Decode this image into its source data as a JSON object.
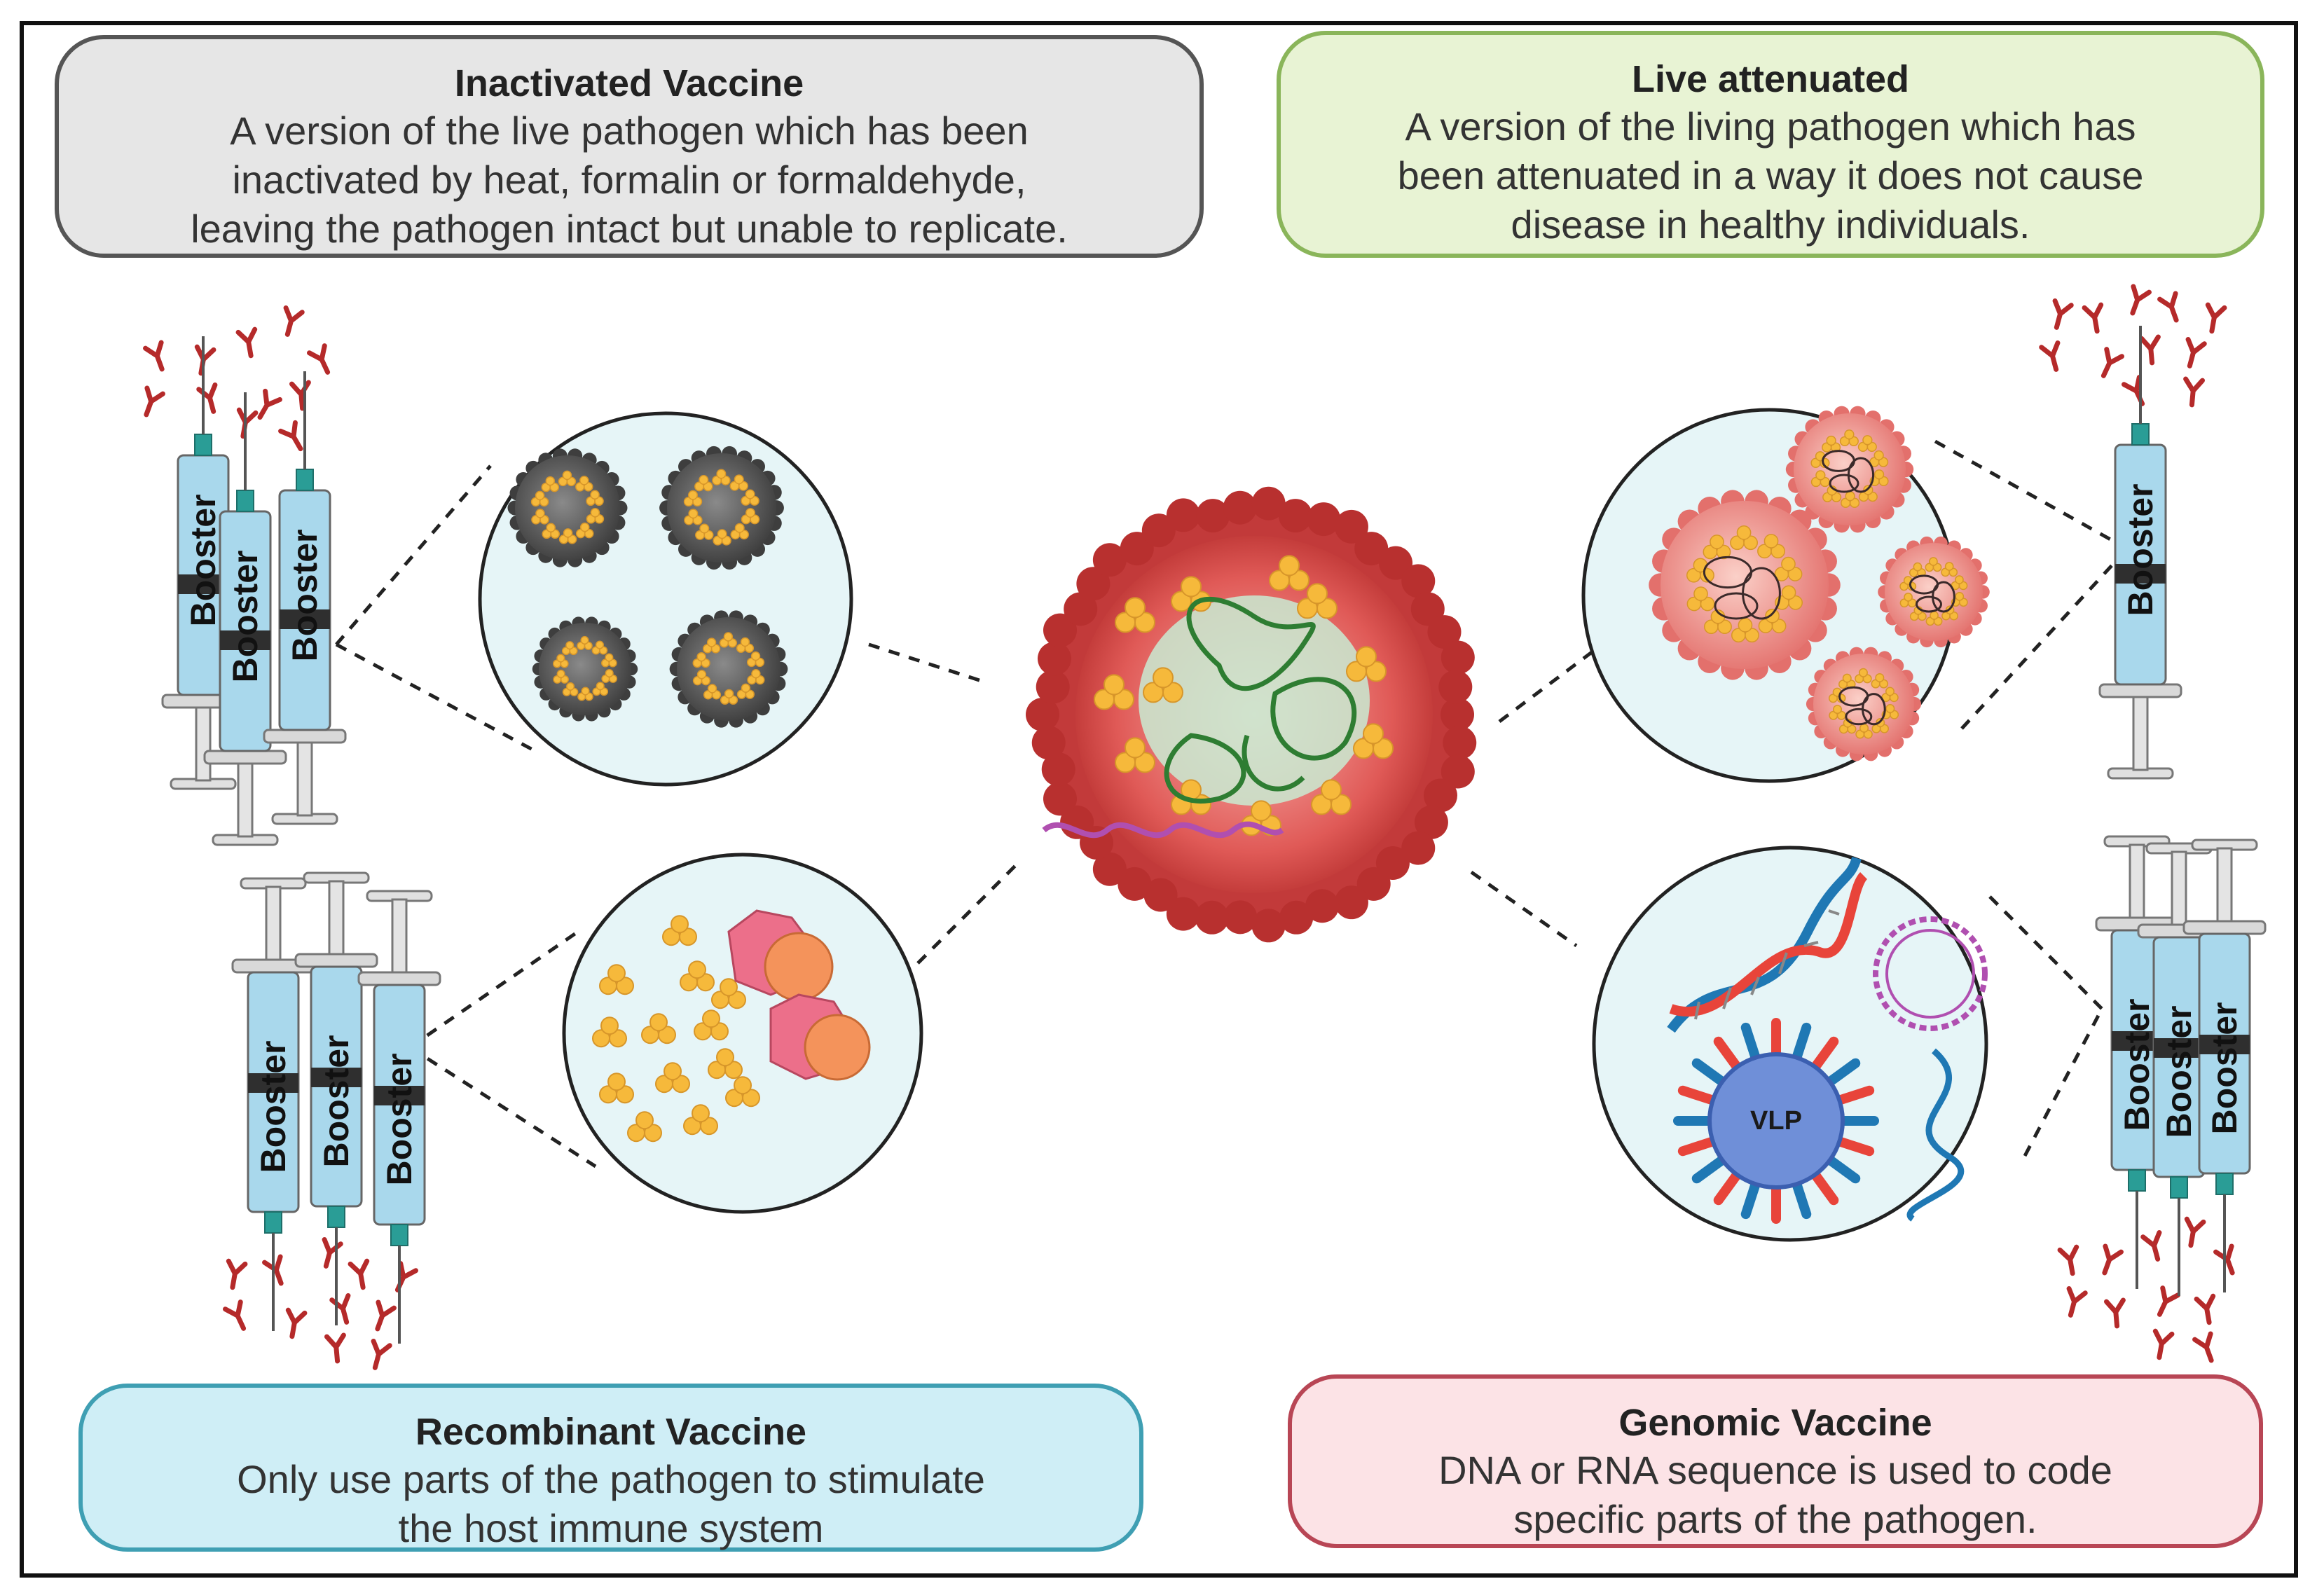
{
  "boxes": {
    "inactivated": {
      "title": "Inactivated Vaccine",
      "lines": [
        "A version of the live pathogen which has been",
        "inactivated by heat, formalin or formaldehyde,",
        "leaving the pathogen intact but unable to replicate."
      ]
    },
    "live": {
      "title": "Live attenuated",
      "lines": [
        "A version of the living pathogen which has",
        "been attenuated in a way it does not cause",
        "disease in healthy individuals."
      ]
    },
    "recombinant": {
      "title": "Recombinant Vaccine",
      "lines": [
        "Only use parts of the pathogen to stimulate",
        "the host immune system"
      ]
    },
    "genomic": {
      "title": "Genomic Vaccine",
      "lines": [
        "DNA or RNA sequence is used to code",
        "specific parts of the pathogen."
      ]
    }
  },
  "syringe_label": "Booster",
  "vlp_label": "VLP",
  "colors": {
    "virus_red": "#d8454a",
    "virus_light": "#f08a8a",
    "antigen_yellow": "#f6b93b",
    "inactivated_gray": "#5a5a5a",
    "circle_fill": "#e6f5f7",
    "syringe_fluid": "#a9d8ec",
    "needle_teal": "#2a9d96",
    "antibody_red": "#b52a2a",
    "dna_blue": "#1f78b4",
    "dna_red": "#e8443a",
    "rna_purple": "#b04fb0",
    "vlp_blue": "#6f8fd8"
  }
}
